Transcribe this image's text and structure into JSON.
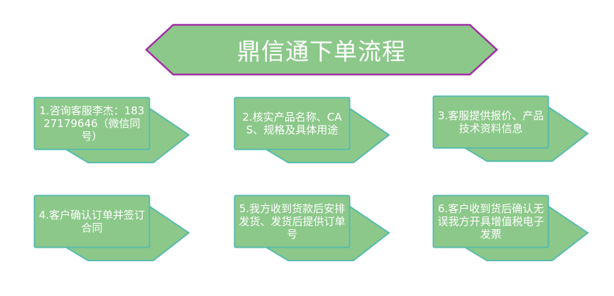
{
  "title": {
    "text": "鼎信通下单流程"
  },
  "colors": {
    "shape_fill_green": "#8CC88A",
    "step_border_teal": "#58BBAD",
    "title_border_purple": "#A22DA5",
    "text_color": "#FFFFFF",
    "background": "#FFFFFF"
  },
  "steps": [
    {
      "id": 1,
      "text": "1.咨询客服李杰：18327179646（微信同号）"
    },
    {
      "id": 2,
      "text": "2.核实产品名称、CAS、规格及具体用途"
    },
    {
      "id": 3,
      "text": "3.客服提供报价、产品技术资料信息"
    },
    {
      "id": 4,
      "text": "4.客户确认订单并签订合同"
    },
    {
      "id": 5,
      "text": "5.我方收到货款后安排发货、发货后提供订单号"
    },
    {
      "id": 6,
      "text": "6.客户收到货后确认无误我方开具增值税电子发票"
    }
  ]
}
